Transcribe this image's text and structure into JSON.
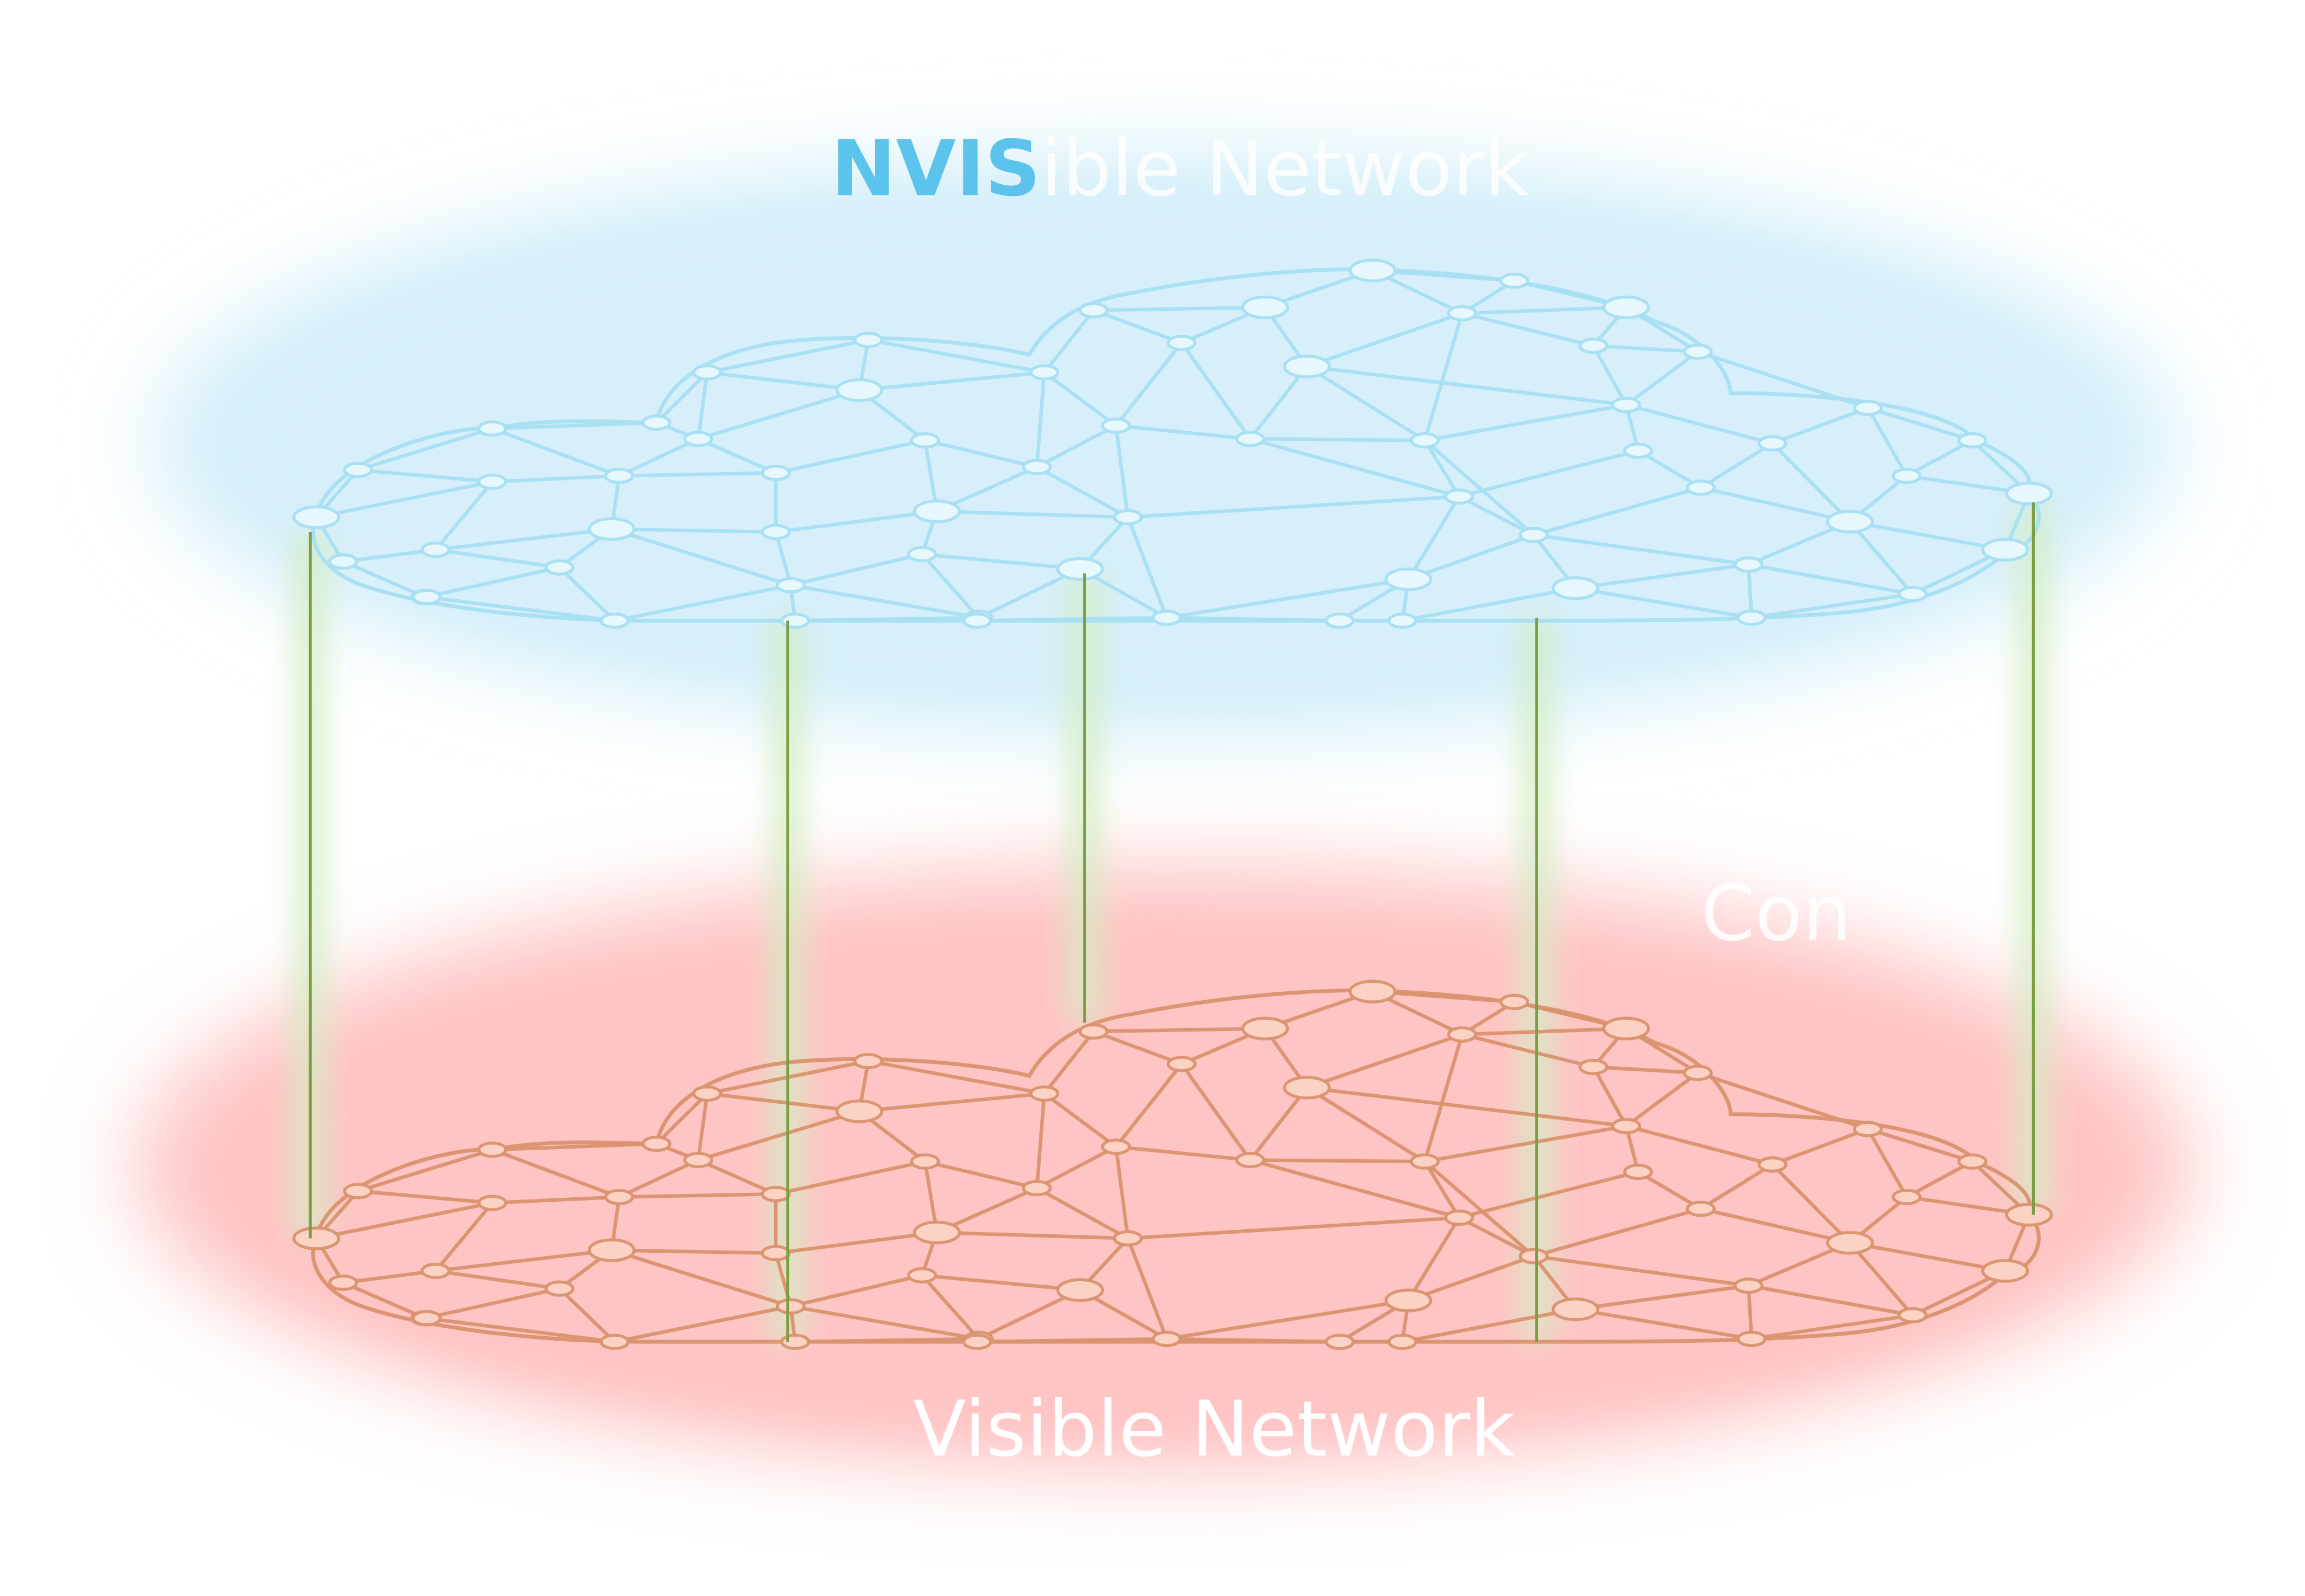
{
  "title": {
    "acronym": "NVIS",
    "rest": "ible Network"
  },
  "bottom_label": "Visible Network",
  "side_label": {
    "line1": "C",
    "line2": "Con"
  },
  "colors": {
    "acronym": "#5bc3ec",
    "invisible_glow": "#d6effa",
    "invisible_mesh_stroke": "#a6def2",
    "invisible_node_fill": "#e6f7fd",
    "visible_glow": "#ffc4c4",
    "visible_mesh_stroke": "#d9926e",
    "visible_node_fill": "#fbd2c4",
    "connector": "#7a9e41",
    "connector_glow": "#d3edc3",
    "label_white": "#ffffff"
  }
}
